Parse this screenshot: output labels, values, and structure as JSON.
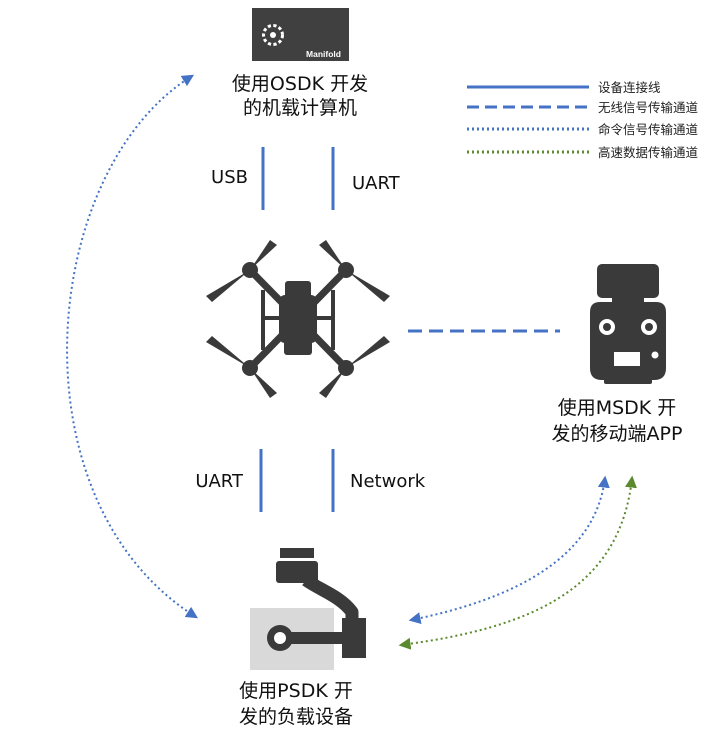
{
  "colors": {
    "link_blue": "#4472C4",
    "data_green": "#5B8A2E",
    "device_dark": "#3A3A3A",
    "board_gray": "#404040",
    "payload_base": "#D9D9D9",
    "text": "#111111"
  },
  "onboard_computer": {
    "brand": "Manifold",
    "caption_line1": "使用OSDK 开发",
    "caption_line2": "的机载计算机"
  },
  "mobile_app": {
    "caption_line1": "使用MSDK 开",
    "caption_line2": "发的移动端APP"
  },
  "payload": {
    "caption_line1": "使用PSDK 开",
    "caption_line2": "发的负载设备"
  },
  "connections": {
    "top_left": "USB",
    "top_right": "UART",
    "bottom_left": "UART",
    "bottom_right": "Network"
  },
  "legend": [
    {
      "style": "solid",
      "label": "设备连接线"
    },
    {
      "style": "dashed",
      "label": "无线信号传输通道"
    },
    {
      "style": "dotted",
      "label": "命令信号传输通道"
    },
    {
      "style": "dotted-green",
      "label": "高速数据传输通道"
    }
  ],
  "icons": {
    "computer": "manifold-computer-icon",
    "drone": "drone-icon",
    "controller": "remote-controller-icon",
    "payload": "gimbal-payload-icon"
  }
}
